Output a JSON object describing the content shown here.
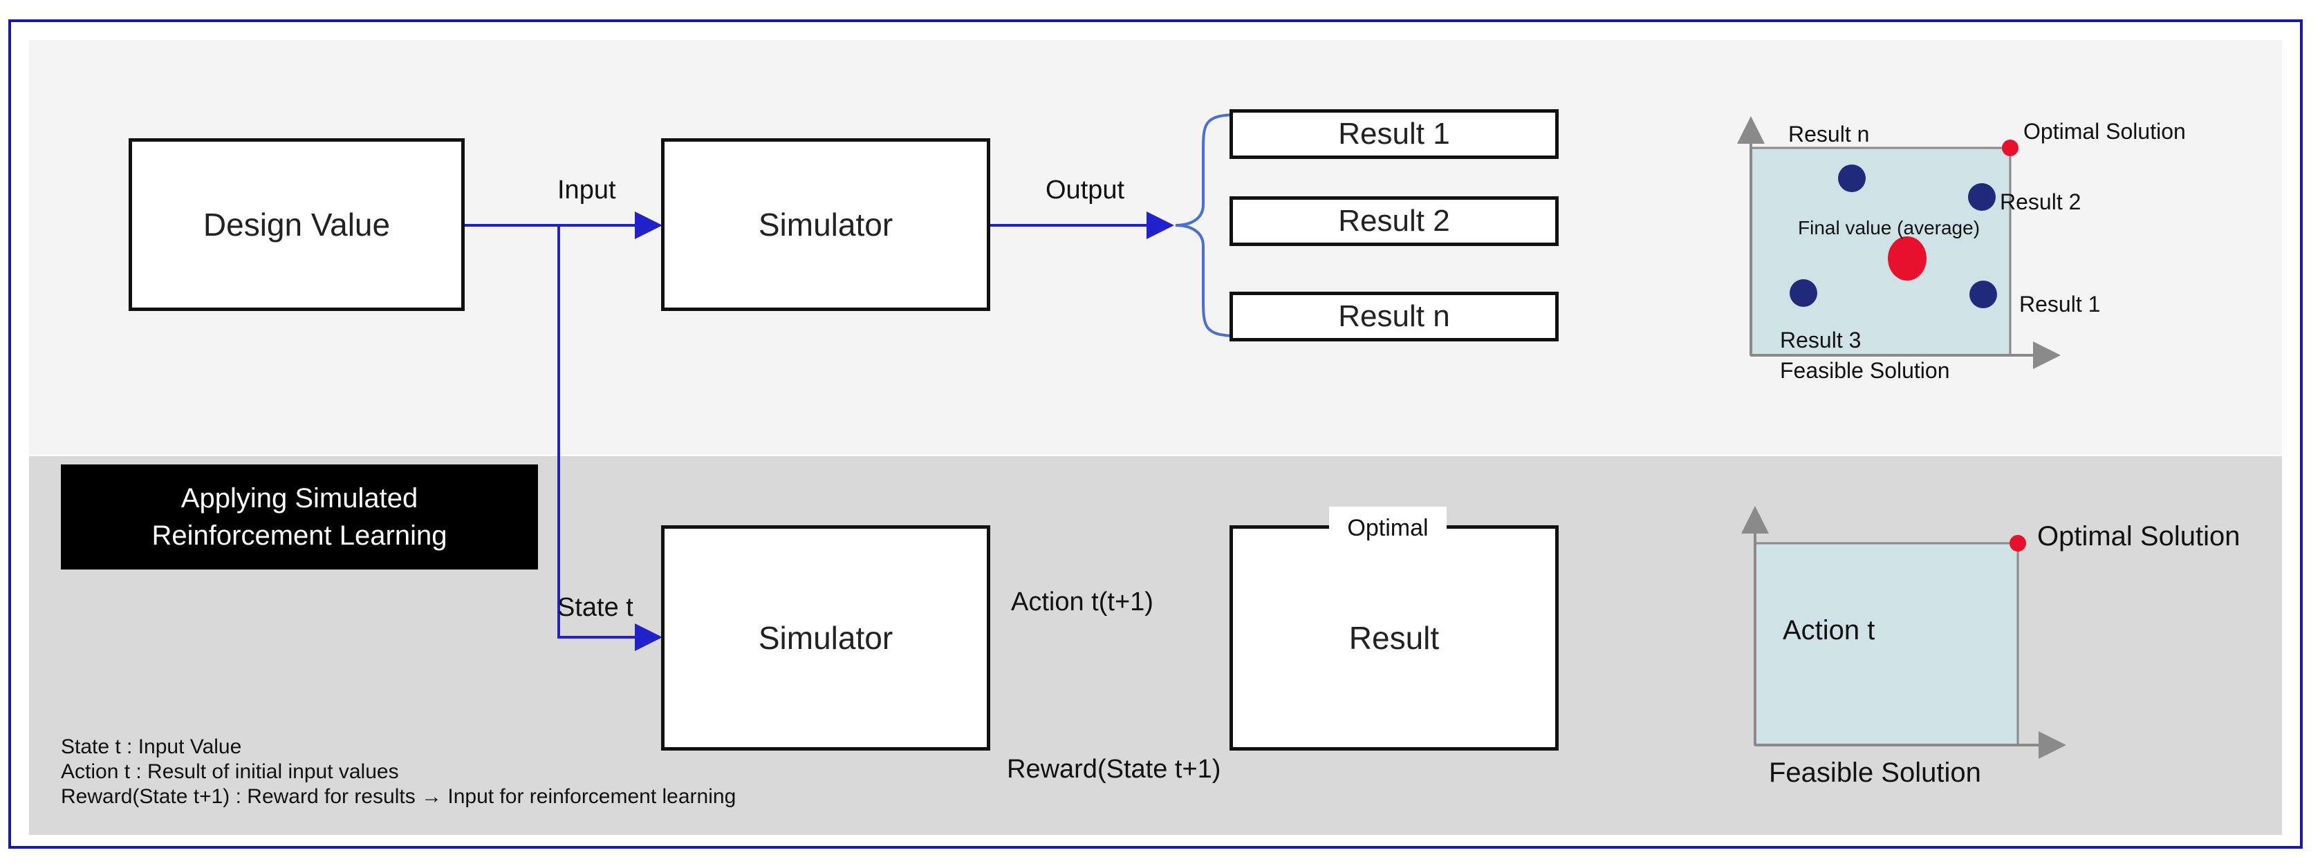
{
  "top": {
    "design_value": "Design Value",
    "input_label": "Input",
    "simulator": "Simulator",
    "output_label": "Output",
    "results": [
      "Result 1",
      "Result 2",
      "Result n"
    ]
  },
  "scatter_top": {
    "result_n": "Result n",
    "optimal_solution": "Optimal Solution",
    "result_2": "Result 2",
    "final_value": "Final value (average)",
    "result_1": "Result 1",
    "result_3": "Result 3",
    "feasible_solution": "Feasible Solution"
  },
  "bottom": {
    "applying_line1": "Applying Simulated",
    "applying_line2": "Reinforcement Learning",
    "state_t": "State t",
    "simulator": "Simulator",
    "action": "Action t(t+1)",
    "optimal": "Optimal",
    "result": "Result",
    "reward": "Reward(State t+1)",
    "legend": [
      "State t : Input Value",
      "Action t : Result of initial input values",
      "Reward(State t+1) : Reward for results → Input for reinforcement learning"
    ]
  },
  "scatter_bottom": {
    "optimal_solution": "Optimal Solution",
    "action_t": "Action t",
    "feasible_solution": "Feasible Solution"
  },
  "colors": {
    "frame": "#1a1aa8",
    "arrow": "#2222cc",
    "point": "#1f2a7a",
    "optimal": "#e8112d",
    "feasible_fill": "#cfe3e6"
  }
}
